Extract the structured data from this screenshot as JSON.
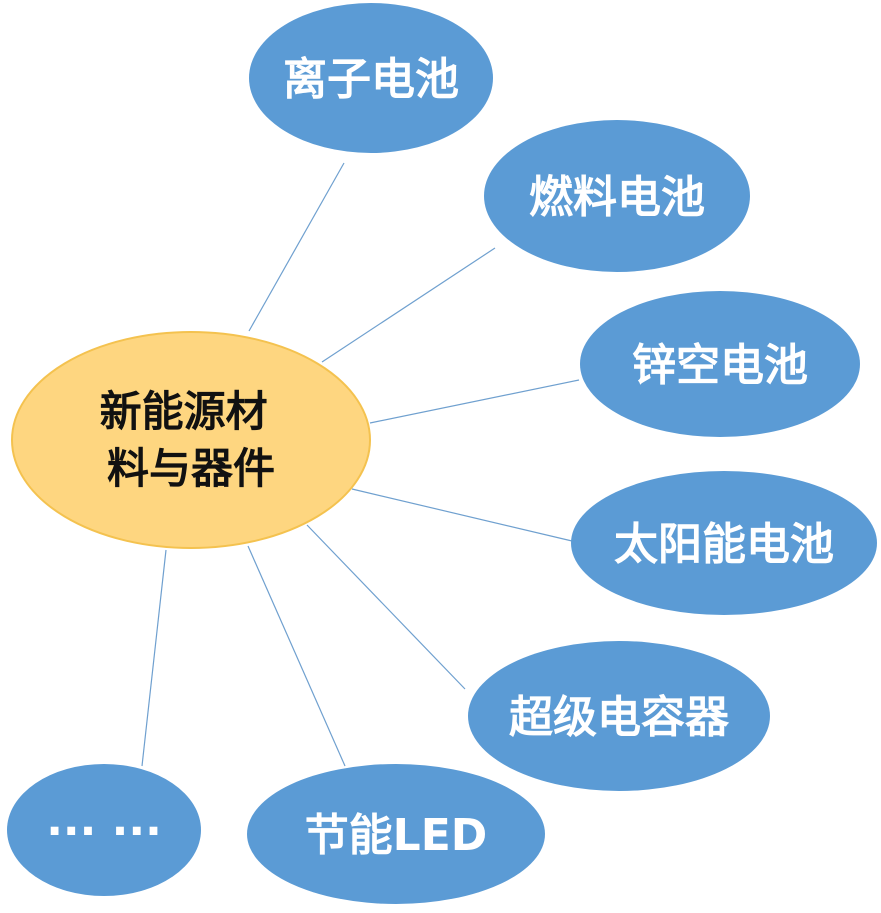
{
  "center": {
    "lines": [
      "新能源材",
      "料与器件"
    ],
    "fill": "#fed680",
    "stroke": "#f4c24f"
  },
  "nodes": [
    {
      "id": "ion-battery",
      "label": "离子电池"
    },
    {
      "id": "fuel-cell",
      "label": "燃料电池"
    },
    {
      "id": "zinc-air-battery",
      "label": "锌空电池"
    },
    {
      "id": "solar-cell",
      "label": "太阳能电池"
    },
    {
      "id": "supercapacitor",
      "label": "超级电容器"
    },
    {
      "id": "led",
      "label": "节能LED"
    },
    {
      "id": "more",
      "label": "··· ···"
    }
  ],
  "colors": {
    "node_fill": "#5b9bd5",
    "node_text": "#ffffff",
    "edge": "#6fa0cf"
  }
}
